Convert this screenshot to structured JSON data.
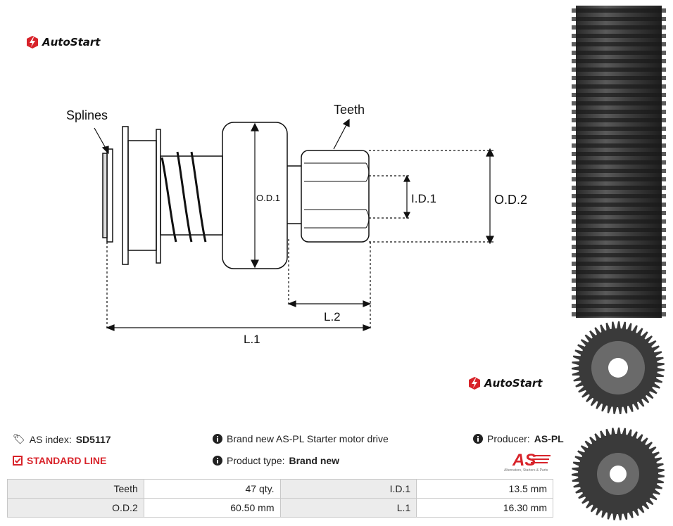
{
  "brand": {
    "name": "AutoStart",
    "accent": "#d8232a"
  },
  "diagram": {
    "labels": {
      "splines": "Splines",
      "teeth": "Teeth",
      "od1": "O.D.1",
      "id1": "I.D.1",
      "od2": "O.D.2",
      "l2": "L.2",
      "l1": "L.1"
    }
  },
  "info": {
    "as_index_label": "AS index:",
    "as_index_value": "SD5117",
    "line": "STANDARD LINE",
    "description": "Brand new AS-PL Starter motor drive",
    "product_type_label": "Product type:",
    "product_type_value": "Brand new",
    "producer_label": "Producer:",
    "producer_value": "AS-PL",
    "producer_logo_text": "AS",
    "producer_tagline": "Alternators, Starters & Parts"
  },
  "specs": [
    {
      "label1": "Teeth",
      "value1": "47 qty.",
      "label2": "I.D.1",
      "value2": "13.5 mm"
    },
    {
      "label1": "O.D.2",
      "value1": "60.50 mm",
      "label2": "L.1",
      "value2": "16.30 mm"
    }
  ],
  "icons": {
    "tag": "tag-icon",
    "check": "check-square-icon",
    "info": "info-circle-icon"
  }
}
